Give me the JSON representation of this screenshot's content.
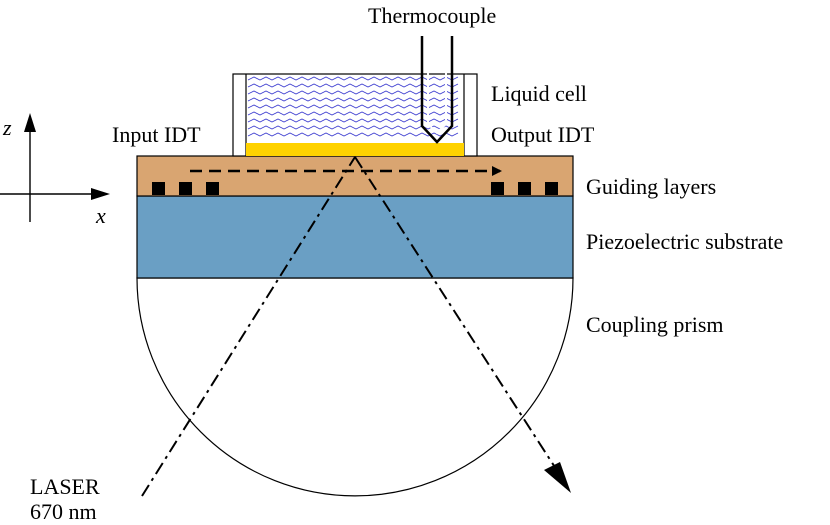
{
  "labels": {
    "thermocouple": "Thermocouple",
    "liquid_cell": "Liquid cell",
    "input_idt": "Input IDT",
    "output_idt": "Output IDT",
    "guiding_layers": "Guiding layers",
    "piezo_substrate": "Piezoelectric substrate",
    "coupling_prism": "Coupling prism",
    "laser_line1": "LASER",
    "laser_line2": "670 nm",
    "axis_z": "z",
    "axis_x": "x"
  },
  "colors": {
    "guiding_layers": "#d9a571",
    "substrate": "#6a9fc4",
    "sensing_film": "#ffd200",
    "liquid_waves": "#3b3bcf",
    "outline": "#000000"
  }
}
